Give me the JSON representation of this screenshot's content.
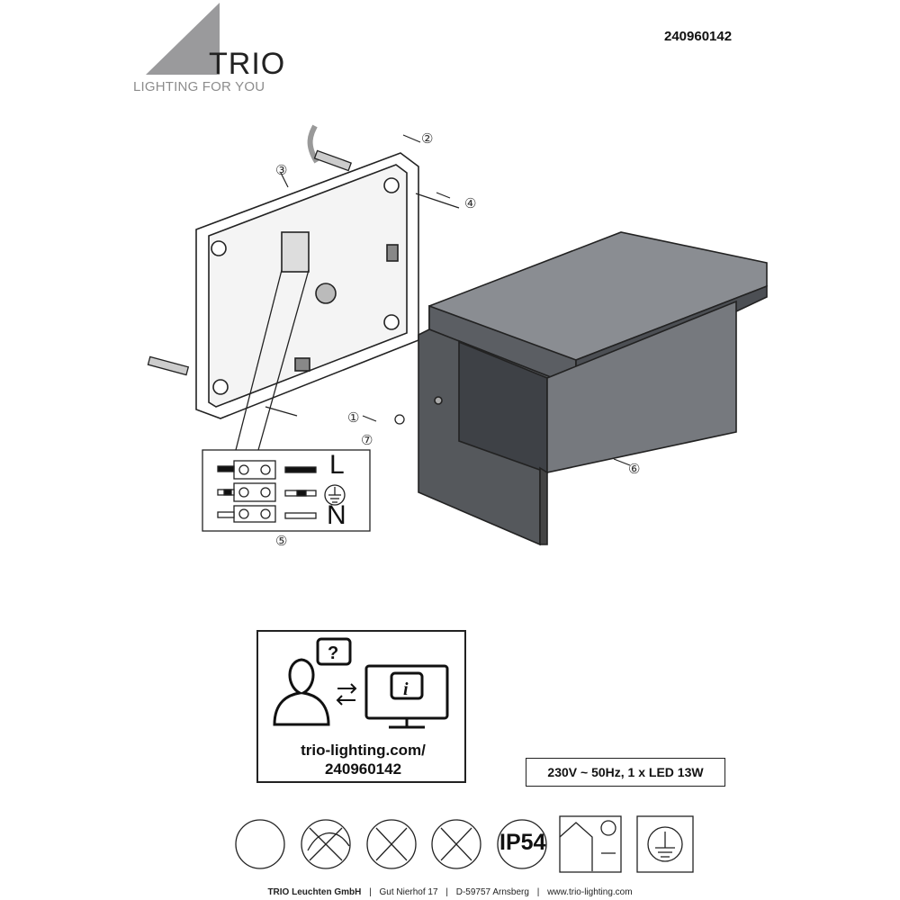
{
  "logo": {
    "name": "TRIO",
    "tagline": "LIGHTING FOR YOU"
  },
  "article_number": "240960142",
  "callouts": [
    "①",
    "②",
    "③",
    "④",
    "⑤",
    "⑥",
    "⑦"
  ],
  "wiring": {
    "live": "L",
    "neutral": "N",
    "earth_icon": "ground-symbol-icon"
  },
  "support": {
    "url_line1": "trio-lighting.com/",
    "url_line2": "240960142",
    "icons": [
      "person-question-icon",
      "exchange-arrows-icon",
      "monitor-info-icon"
    ]
  },
  "spec": "230V ~ 50Hz, 1 x LED 13W",
  "symbols": [
    {
      "icon": "min-distance-icon"
    },
    {
      "icon": "not-covered-icon"
    },
    {
      "icon": "led-not-replaceable-icon"
    },
    {
      "icon": "driver-not-replaceable-icon"
    },
    {
      "icon": "ip-rating-icon",
      "label": "IP54"
    },
    {
      "icon": "indoor-outdoor-icon"
    },
    {
      "icon": "protection-class-1-icon"
    }
  ],
  "footer": {
    "company": "TRIO Leuchten GmbH",
    "street": "Gut Nierhof 17",
    "city": "D-59757 Arnsberg",
    "web": "www.trio-lighting.com",
    "separator": "|"
  }
}
